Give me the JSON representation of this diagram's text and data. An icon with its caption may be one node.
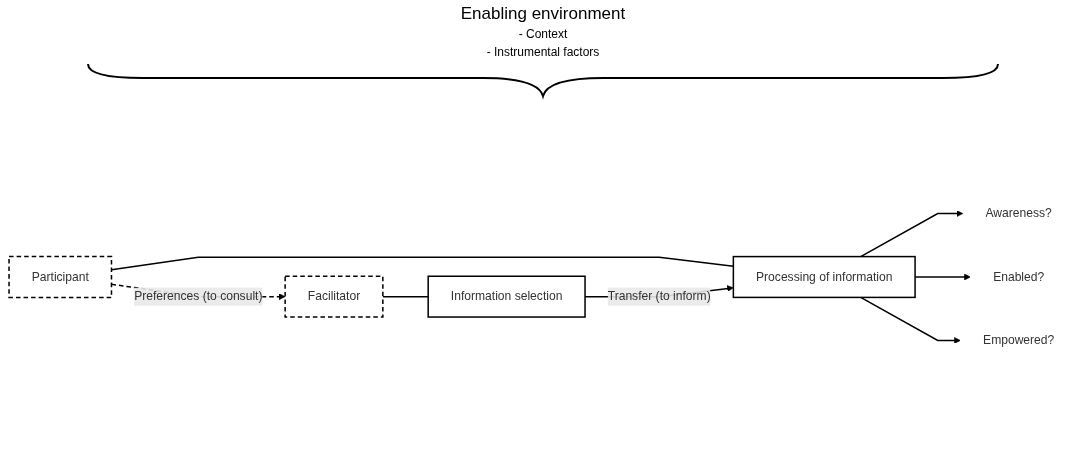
{
  "diagram": {
    "nodes": [
      {
        "text": [
          "Facilitator"
        ]
      },
      {
        "text": [
          "Participant"
        ]
      },
      {
        "text": [
          "Information selection"
        ]
      },
      {
        "text": [
          "Processing of information"
        ]
      },
      {
        "text": [
          "Awareness?"
        ]
      },
      {
        "text": [
          "Enabled?"
        ]
      },
      {
        "text": [
          "Empowered?"
        ]
      }
    ],
    "edges": [
      {
        "from": 1,
        "to": 0,
        "arrow": "to",
        "style": "dashed",
        "label": "Preferences (to consult)"
      },
      {
        "from": 0,
        "to": 2,
        "arrow": "none"
      },
      {
        "from": 1,
        "to": 3,
        "arrow": "none"
      },
      {
        "from": 2,
        "to": 3,
        "arrow": "to",
        "label": "Transfer (to inform)"
      },
      {
        "from": 3,
        "to": 4,
        "arrow": "to"
      },
      {
        "from": 3,
        "to": 5,
        "arrow": "to"
      },
      {
        "from": 3,
        "to": 6,
        "arrow": "to"
      }
    ],
    "labels": [
      "Enabling environment",
      "- Context",
      "- Instrumental factors"
    ]
  }
}
